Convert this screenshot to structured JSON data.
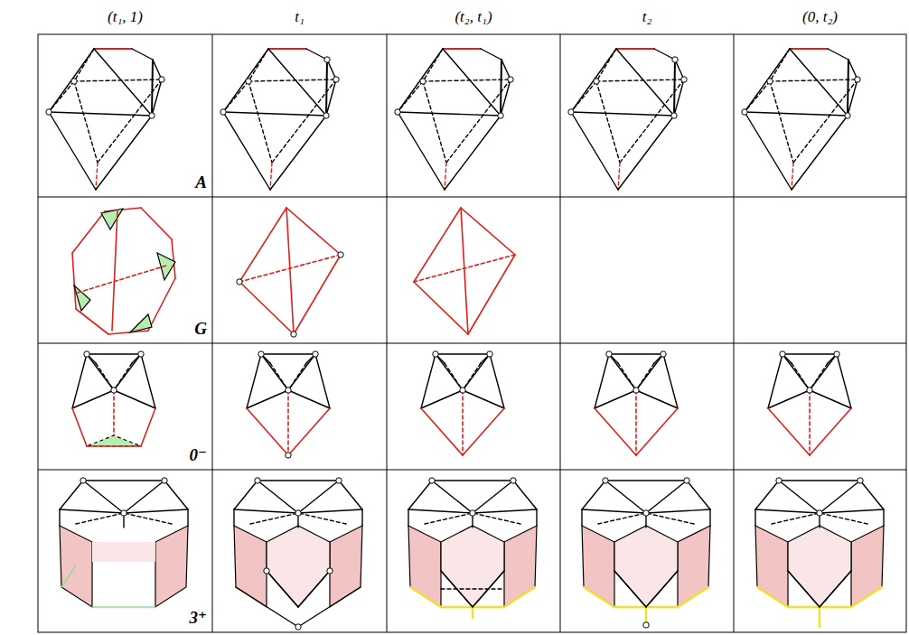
{
  "diagram": {
    "labels": [
      "(t₁, 1)",
      "t₁",
      "(t₂, t₁)",
      "t₂",
      "(0, t₂)",
      "A",
      "G",
      "0⁻",
      "3⁺"
    ]
  }
}
